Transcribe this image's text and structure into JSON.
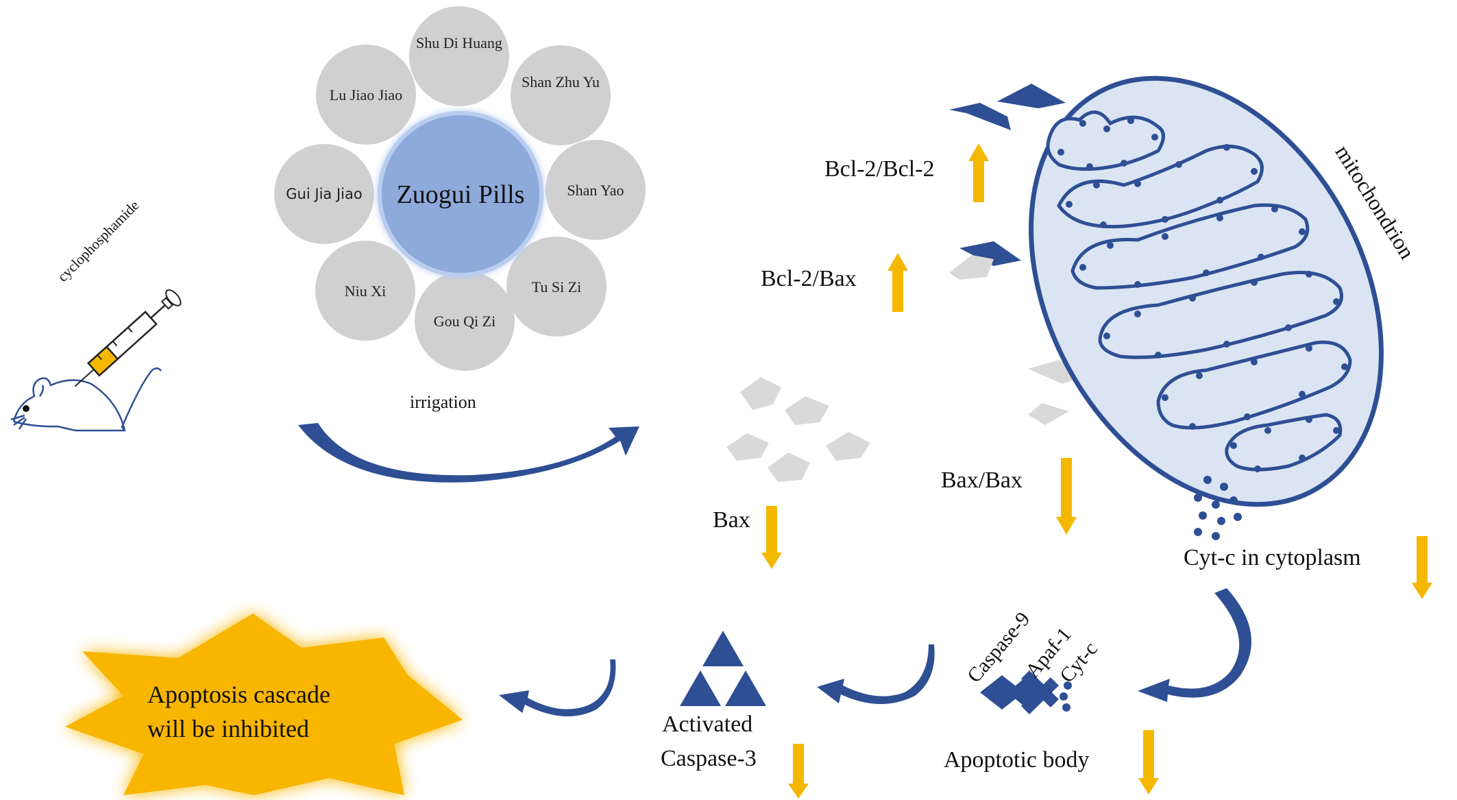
{
  "formula": {
    "center": "Zuogui Pills",
    "herbs": [
      "Shu Di Huang",
      "Shan Zhu Yu",
      "Shan Yao",
      "Tu Si Zi",
      "Gou Qi Zi",
      "Niu Xi",
      "Gui Jia Jiao",
      "Lu Jiao Jiao"
    ],
    "route": "irrigation"
  },
  "model": {
    "inducer": "cyclophosphamide"
  },
  "organelle": "mitochondrion",
  "markers": [
    {
      "text": "Bcl-2/Bcl-2",
      "direction": "up"
    },
    {
      "text": "Bcl-2/Bax",
      "direction": "up"
    },
    {
      "text": "Bax/Bax",
      "direction": "down"
    },
    {
      "text": "Bax",
      "direction": "down"
    },
    {
      "text": "Cyt-c in cytoplasm",
      "direction": "down"
    },
    {
      "text": "Activated Caspase-3",
      "direction": "down"
    },
    {
      "text": "Apoptotic body",
      "direction": "down"
    }
  ],
  "labels": {
    "bcl2_bcl2": "Bcl-2/Bcl-2",
    "bcl2_bax": "Bcl-2/Bax",
    "bax_bax": "Bax/Bax",
    "bax": "Bax",
    "cytc_cyto": "Cyt-c in cytoplasm",
    "activated": "Activated",
    "caspase3": "Caspase-3",
    "apoptotic_body": "Apoptotic body",
    "caspase9": "Caspase-9",
    "apaf1": "Apaf-1",
    "cytc": "Cyt-c"
  },
  "outcome": {
    "line1": "Apoptosis cascade",
    "line2": "will be inhibited"
  },
  "colors": {
    "blue_dark": "#2e4f94",
    "blue_fill": "#dbe4f3",
    "herb_grey": "#d0d0d0",
    "center_blue": "#8eaadb",
    "arrow_yellow": "#f5b800",
    "star_yellow": "#f8b600",
    "shape_grey": "#d9d9d9"
  }
}
